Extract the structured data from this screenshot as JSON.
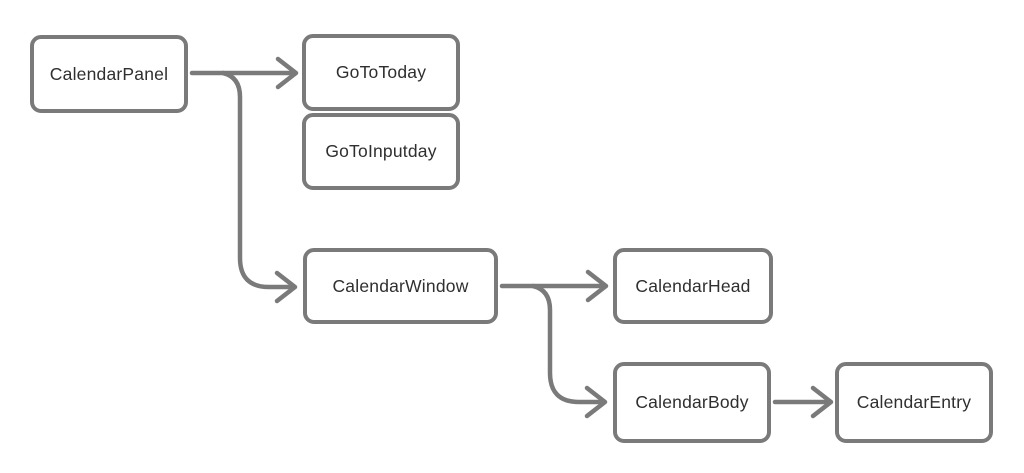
{
  "diagram": {
    "type": "component-hierarchy-flowchart",
    "nodes": {
      "calendarPanel": {
        "label": "CalendarPanel"
      },
      "goToToday": {
        "label": "GoToToday"
      },
      "goToInputday": {
        "label": "GoToInputday"
      },
      "calendarWindow": {
        "label": "CalendarWindow"
      },
      "calendarHead": {
        "label": "CalendarHead"
      },
      "calendarBody": {
        "label": "CalendarBody"
      },
      "calendarEntry": {
        "label": "CalendarEntry"
      }
    },
    "edges": [
      {
        "from": "CalendarPanel",
        "to": "GoToToday"
      },
      {
        "from": "CalendarPanel",
        "to": "CalendarWindow"
      },
      {
        "from": "CalendarWindow",
        "to": "CalendarHead"
      },
      {
        "from": "CalendarWindow",
        "to": "CalendarBody"
      },
      {
        "from": "CalendarBody",
        "to": "CalendarEntry"
      }
    ],
    "colors": {
      "node_border": "#7a7a7a",
      "edge": "#7a7a7a",
      "node_text": "#2f2f2f",
      "background": "#ffffff"
    }
  }
}
